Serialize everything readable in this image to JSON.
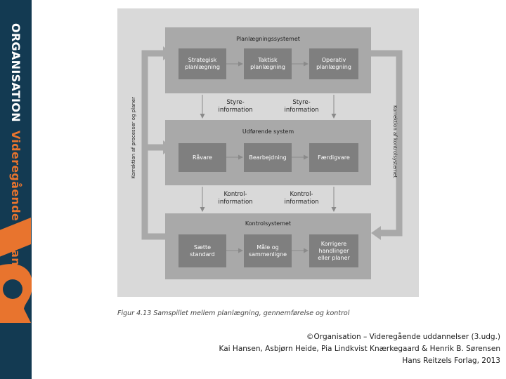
{
  "sidebar": {
    "brand": "ORGANISATION",
    "subtitle": "Videregående uddannelser"
  },
  "diagram": {
    "planning": {
      "title": "Planlægningssystemet",
      "boxes": [
        "Strategisk\nplanlægning",
        "Taktisk\nplanlægning",
        "Operativ\nplanlægning"
      ]
    },
    "execution": {
      "title": "Udførende system",
      "boxes": [
        "Råvare",
        "Bearbejdning",
        "Færdigvare"
      ]
    },
    "control": {
      "title": "Kontrolsystemet",
      "boxes": [
        "Sætte\nstandard",
        "Måle og\nsammenligne",
        "Korrigere\nhandlinger\neller planer"
      ]
    },
    "flows": {
      "styre_left": "Styre-\ninformation",
      "styre_right": "Styre-\ninformation",
      "kontrol_left": "Kontrol-\ninformation",
      "kontrol_right": "Kontrol-\ninformation"
    },
    "side_left": "Korrektion af processer og planer",
    "side_right": "Korrektion af kontrolsystemet"
  },
  "caption": "Figur 4.13 Samspillet mellem planlægning, gennemførelse og kontrol",
  "copyright": {
    "line1": "©Organisation – Videregående uddannelser (3.udg.)",
    "line2": "Kai Hansen, Asbjørn Heide, Pia Lindkvist Knærkegaard & Henrik B. Sørensen",
    "line3": "Hans Reitzels Forlag, 2013"
  },
  "colors": {
    "sidebar": "#133a52",
    "accent": "#e8742e",
    "panel": "#a9a9a9",
    "box": "#7f7f7f",
    "background": "#d9d9d9"
  }
}
